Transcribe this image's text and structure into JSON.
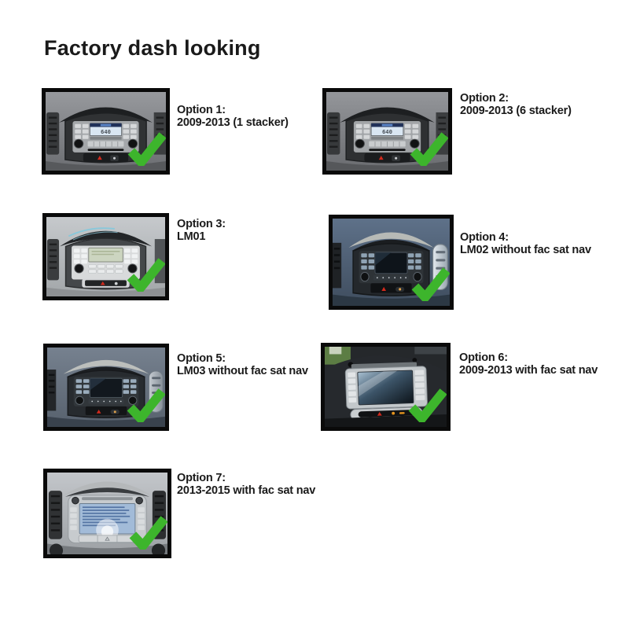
{
  "page": {
    "title": "Factory dash looking"
  },
  "colors": {
    "background": "#ffffff",
    "text": "#1a1a1a",
    "checkmark_green": "#3db52c",
    "hazard_red": "#d3291c",
    "photo_border": "#0a0a0a"
  },
  "options": [
    {
      "title": "Option 1:",
      "subtitle": "2009-2013 (1 stacker)",
      "display_text": "640",
      "checked": true,
      "photo_alt": "Grey dash with factory radio, small blue display, single CD stacker"
    },
    {
      "title": "Option 2:",
      "subtitle": "2009-2013 (6 stacker)",
      "display_text": "640",
      "checked": true,
      "photo_alt": "Grey dash with factory radio, small blue display, 6 CD stacker"
    },
    {
      "title": "Option 3:",
      "subtitle": "LM01",
      "checked": true,
      "photo_alt": "Bright dash with LM01 radio and green LCD display"
    },
    {
      "title": "Option 4:",
      "subtitle": "LM02 without fac sat nav",
      "checked": true,
      "photo_alt": "Blue-tinted dash with LM02 unit and small dark screen"
    },
    {
      "title": "Option 5:",
      "subtitle": "LM03 without fac sat nav",
      "checked": true,
      "photo_alt": "Blue-grey dash with LM03 unit and small dark screen"
    },
    {
      "title": "Option 6:",
      "subtitle": "2009-2013 with fac sat nav",
      "checked": true,
      "photo_alt": "Angled dash with factory sat nav touchscreen"
    },
    {
      "title": "Option 7:",
      "subtitle": "2013-2015 with fac sat nav",
      "checked": true,
      "photo_alt": "Light dash with factory sat nav screen showing text page"
    }
  ]
}
